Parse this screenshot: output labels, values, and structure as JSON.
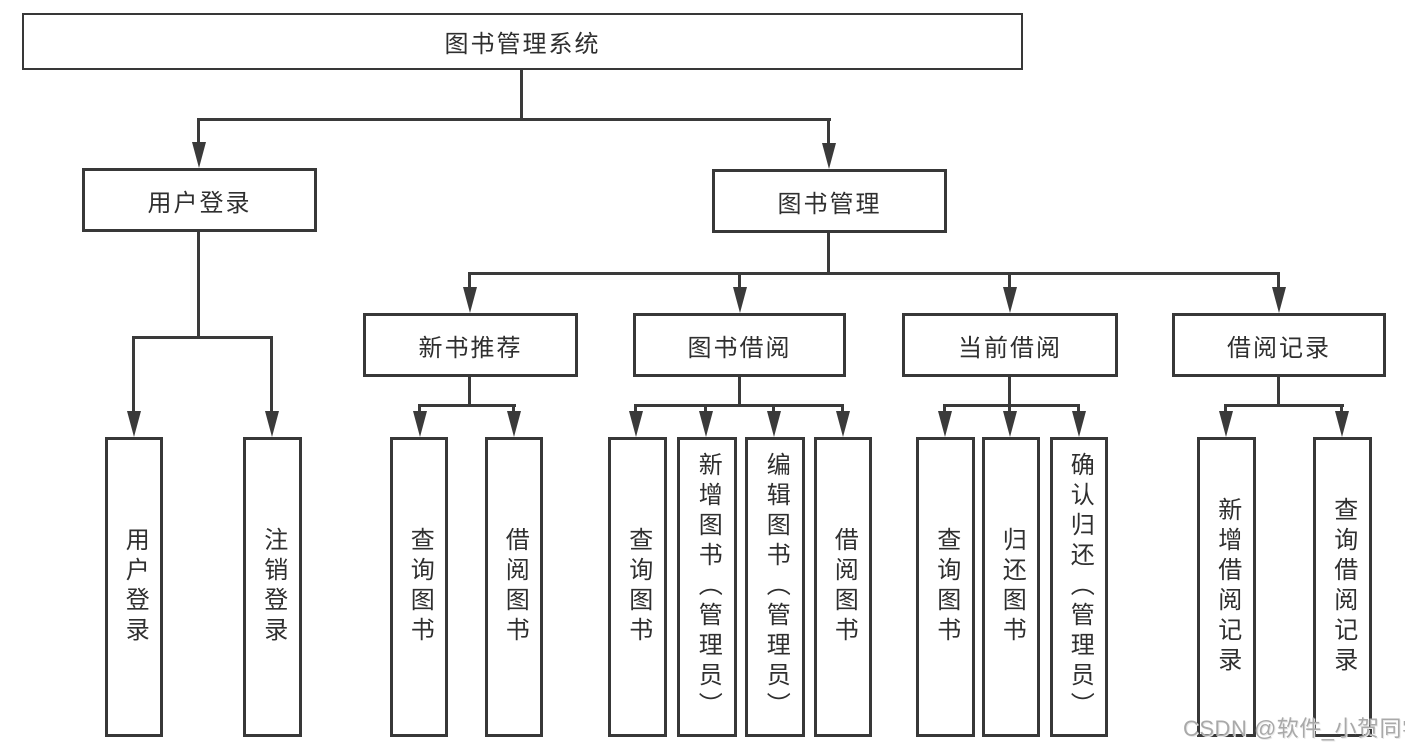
{
  "nodes": {
    "root": {
      "label": "图书管理系统"
    },
    "level2": [
      {
        "label": "用户登录"
      },
      {
        "label": "图书管理"
      }
    ],
    "level3": [
      {
        "label": "新书推荐",
        "parent": "图书管理"
      },
      {
        "label": "图书借阅",
        "parent": "图书管理"
      },
      {
        "label": "当前借阅",
        "parent": "图书管理"
      },
      {
        "label": "借阅记录",
        "parent": "图书管理"
      }
    ],
    "leaves": [
      {
        "label": "用户登录",
        "parent": "用户登录"
      },
      {
        "label": "注销登录",
        "parent": "用户登录"
      },
      {
        "label": "查询图书",
        "parent": "新书推荐"
      },
      {
        "label": "借阅图书",
        "parent": "新书推荐"
      },
      {
        "label": "查询图书",
        "parent": "图书借阅"
      },
      {
        "label": "新增图书（管理员）",
        "parent": "图书借阅"
      },
      {
        "label": "编辑图书（管理员）",
        "parent": "图书借阅"
      },
      {
        "label": "借阅图书",
        "parent": "图书借阅"
      },
      {
        "label": "查询图书",
        "parent": "当前借阅"
      },
      {
        "label": "归还图书",
        "parent": "当前借阅"
      },
      {
        "label": "确认归还（管理员）",
        "parent": "当前借阅"
      },
      {
        "label": "新增借阅记录",
        "parent": "借阅记录"
      },
      {
        "label": "查询借阅记录",
        "parent": "借阅记录"
      }
    ]
  },
  "watermark": {
    "text": "CSDN @软件_小贺同学"
  },
  "colors": {
    "line": "#3a3a3a",
    "border": "#383838",
    "text": "#2f2f2f",
    "background": "#ffffff",
    "watermark": "#a9a9a9"
  }
}
